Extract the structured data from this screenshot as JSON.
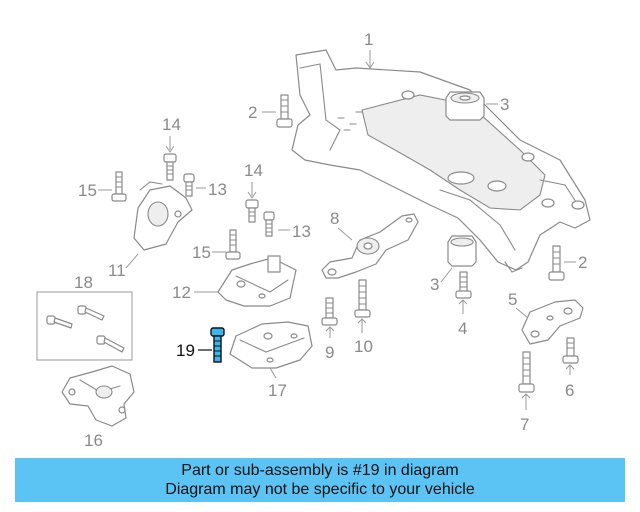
{
  "diagram": {
    "callouts": {
      "c1": "1",
      "c2a": "2",
      "c2b": "2",
      "c3a": "3",
      "c3b": "3",
      "c4": "4",
      "c5": "5",
      "c6": "6",
      "c7": "7",
      "c9": "9",
      "c10": "10",
      "c11": "11",
      "c12": "12",
      "c13a": "13",
      "c13b": "13",
      "c14a": "14",
      "c14b": "14",
      "c15a": "15",
      "c15b": "15",
      "c16": "16",
      "c17": "17",
      "c18": "18",
      "c19": "19"
    },
    "highlight_color": "#3ab8ee",
    "highlighted_part": "19"
  },
  "banner": {
    "line1": "Part or sub-assembly is #19 in diagram",
    "line2": "Diagram may not be specific to your vehicle",
    "background": "#5bc4f4"
  }
}
